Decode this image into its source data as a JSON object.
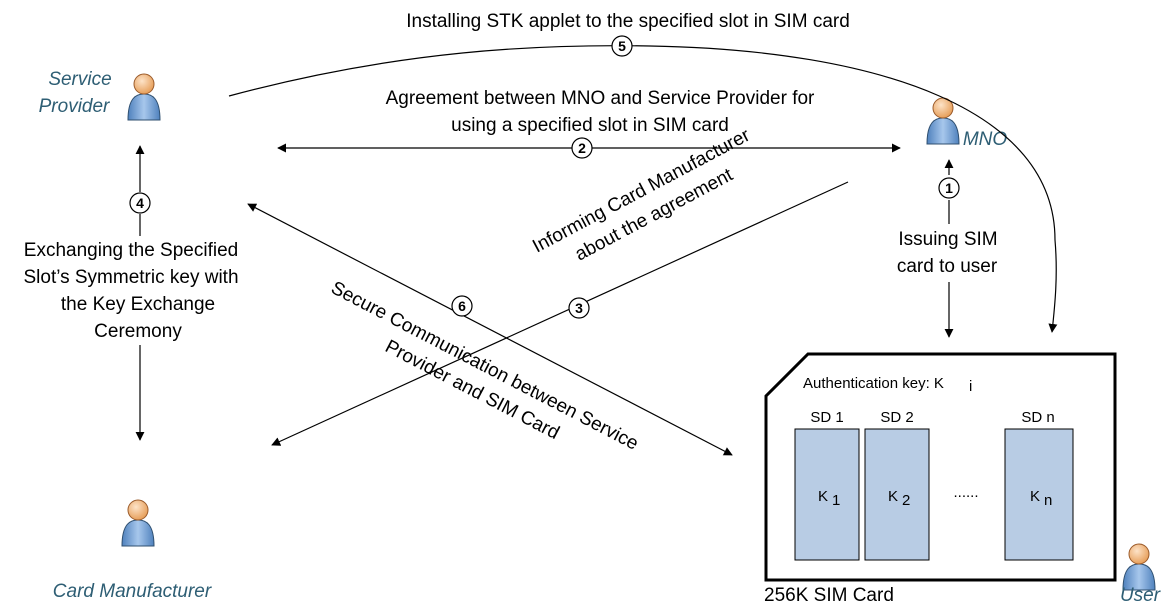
{
  "actors": {
    "service_provider_line1": "Service",
    "service_provider_line2": "Provider",
    "mno": "MNO",
    "card_manufacturer": "Card Manufacturer",
    "user": "User"
  },
  "steps": {
    "s1": "1",
    "s2": "2",
    "s3": "3",
    "s4": "4",
    "s5": "5",
    "s6": "6"
  },
  "labels": {
    "step5": "Installing STK applet to the specified slot in SIM card",
    "step2_line1": "Agreement between MNO and Service Provider for",
    "step2_line2": "using a specified slot in SIM card",
    "step1_line1": "Issuing SIM",
    "step1_line2": "card to user",
    "step4_line1": "Exchanging the Specified",
    "step4_line2": "Slot’s Symmetric key with",
    "step4_line3": "the Key Exchange",
    "step4_line4": "Ceremony",
    "step3_line1": "Informing Card Manufacturer",
    "step3_line2": "about the agreement",
    "step6_line1": "Secure Communication between Service",
    "step6_line2": "Provider and SIM Card"
  },
  "sim_card": {
    "auth_key_label": "Authentication key: K",
    "auth_key_sub": "i",
    "caption": "256K SIM Card",
    "domains": [
      {
        "title": "SD 1",
        "key": "K",
        "sub": "1"
      },
      {
        "title": "SD 2",
        "key": "K",
        "sub": "2"
      },
      {
        "title": "SD n",
        "key": "K",
        "sub": "n"
      }
    ],
    "ellipsis": "......"
  },
  "colors": {
    "actor_text": "#2e5e74",
    "sd_fill": "#b8cce4",
    "person_body": "#8eb4e3",
    "person_head": "#fac090"
  }
}
